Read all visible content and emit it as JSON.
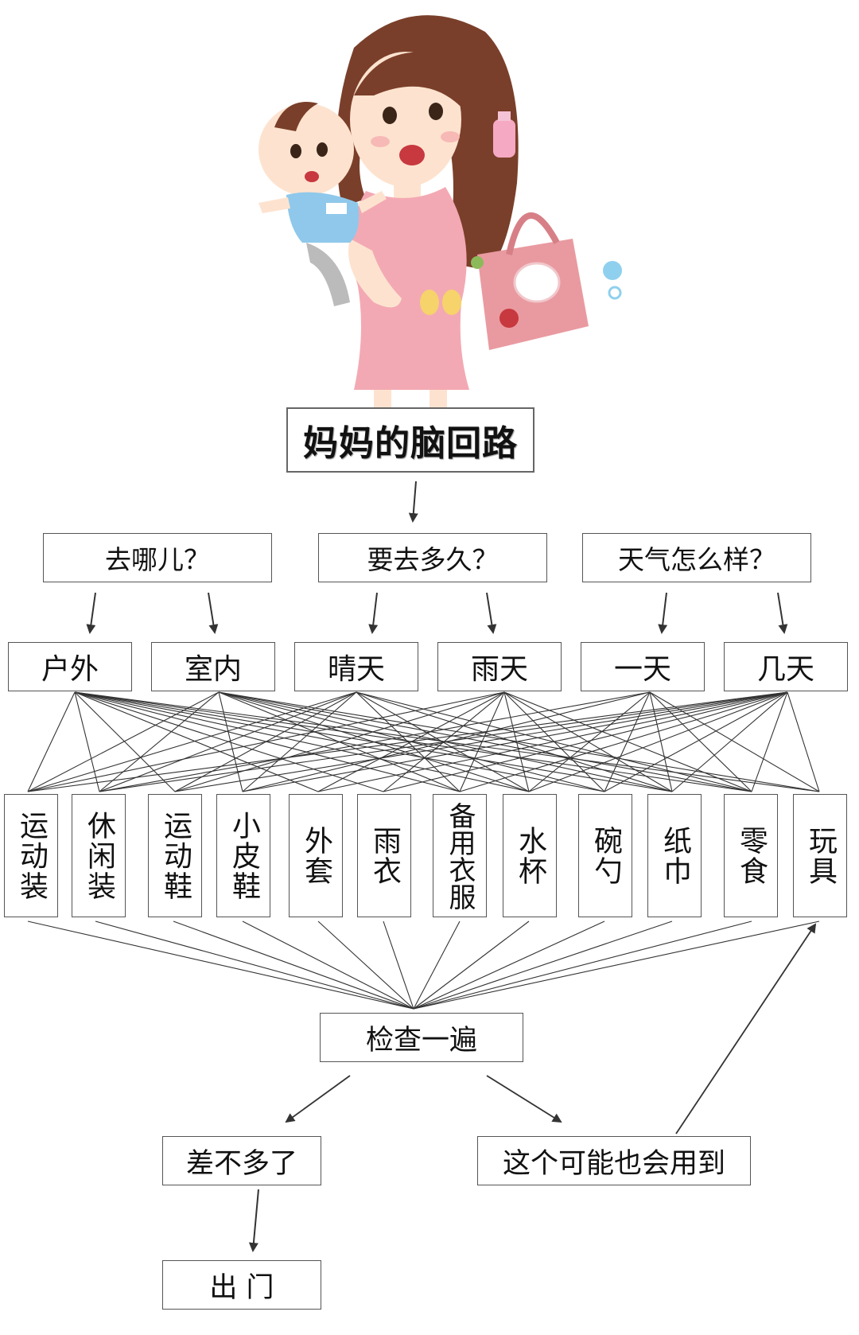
{
  "title": "妈妈的脑回路",
  "questions": [
    "去哪儿？",
    "要去多久？",
    "天气怎么样？"
  ],
  "conditions": [
    "户外",
    "室内",
    "晴天",
    "雨天",
    "一天",
    "几天"
  ],
  "items": [
    "运动装",
    "休闲装",
    "运动鞋",
    "小皮鞋",
    "外套",
    "雨衣",
    "备用衣服",
    "水杯",
    "碗勺",
    "纸巾",
    "零食",
    "玩具"
  ],
  "check": "检查一遍",
  "enough": "差不多了",
  "maybe": "这个可能也会用到",
  "go_out": "出 门",
  "colors": {
    "dress": "#f3a9b3",
    "hair": "#7a3f2a",
    "bag": "#e99aa0",
    "shirt": "#8fc8ea",
    "line": "#333333"
  }
}
